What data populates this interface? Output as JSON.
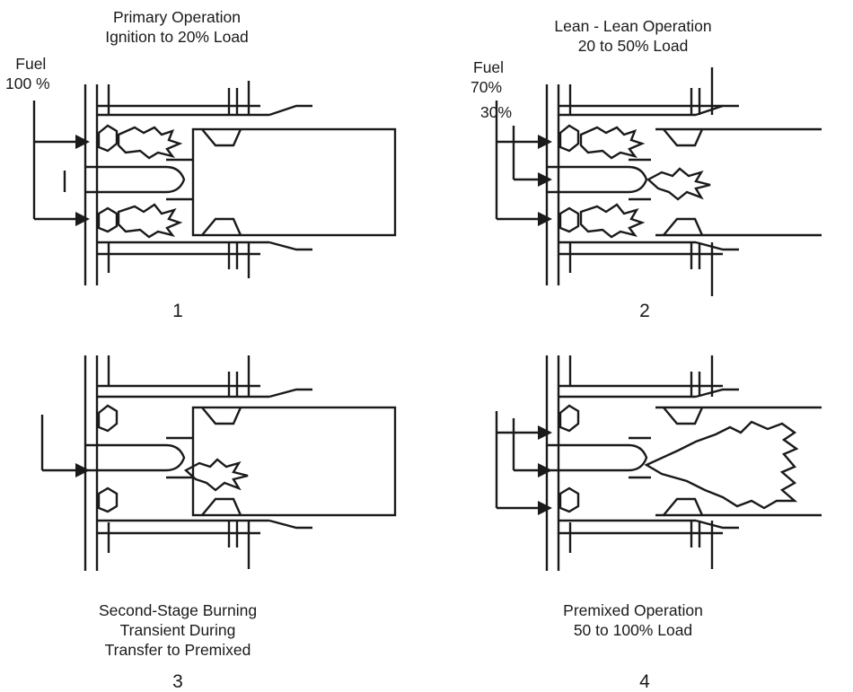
{
  "panels": [
    {
      "title_line1": "Primary Operation",
      "title_line2": "Ignition to 20% Load",
      "fuel_label": "Fuel",
      "fuel_pct": "100 %",
      "number": "1"
    },
    {
      "title_line1": "Lean - Lean Operation",
      "title_line2": "20 to 50% Load",
      "fuel_label": "Fuel",
      "fuel_pct": "70%",
      "secondary_pct": "30%",
      "number": "2"
    },
    {
      "title_line1": "Second-Stage Burning",
      "title_line2": "Transient During",
      "title_line3": "Transfer to Premixed",
      "number": "3"
    },
    {
      "title_line1": "Premixed Operation",
      "title_line2": "50 to 100% Load",
      "number": "4"
    }
  ]
}
